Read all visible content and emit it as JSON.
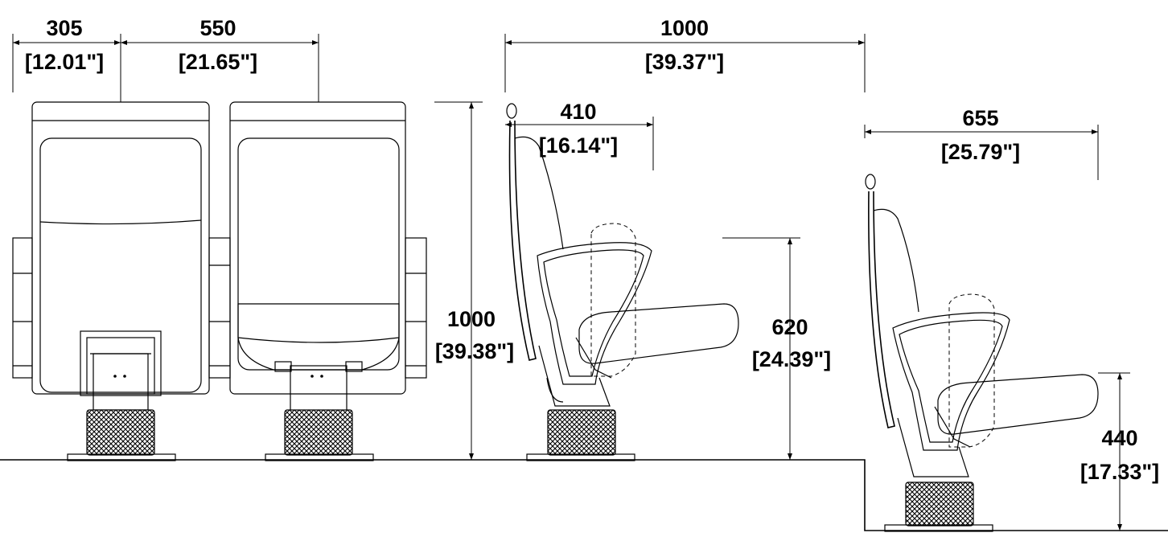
{
  "dimensions": {
    "seat_pitch_half": {
      "value": "305",
      "imperial": "[12.01\"]"
    },
    "seat_width": {
      "value": "550",
      "imperial": "[21.65\"]"
    },
    "total_height": {
      "value": "1000",
      "imperial": "[39.38\"]"
    },
    "row_depth": {
      "value": "1000",
      "imperial": "[39.37\"]"
    },
    "folded_depth": {
      "value": "410",
      "imperial": "[16.14\"]"
    },
    "seat_height": {
      "value": "620",
      "imperial": "[24.39\"]"
    },
    "open_depth": {
      "value": "655",
      "imperial": "[25.79\"]"
    },
    "step_seat_height": {
      "value": "440",
      "imperial": "[17.33\"]"
    }
  },
  "colors": {
    "line": "#000000",
    "background": "#ffffff"
  }
}
